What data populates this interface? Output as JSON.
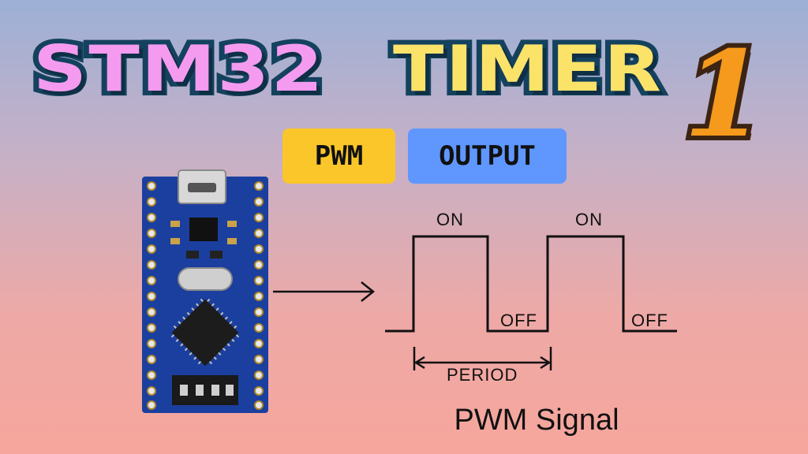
{
  "title": {
    "word1": "STM32",
    "word2": "TIMER",
    "number": "1"
  },
  "badges": {
    "pwm": "PWM",
    "output": "OUTPUT"
  },
  "signal": {
    "on_1": "ON",
    "on_2": "ON",
    "off_1": "OFF",
    "off_2": "OFF",
    "period": "PERIOD",
    "caption": "PWM Signal"
  },
  "colors": {
    "title_word1": "#f49bf0",
    "title_word2": "#fbe36a",
    "title_outline": "#14425e",
    "number": "#f59a1c",
    "badge_pwm": "#fbc62a",
    "badge_output": "#5f97ff",
    "board": "#1b3f9e"
  }
}
